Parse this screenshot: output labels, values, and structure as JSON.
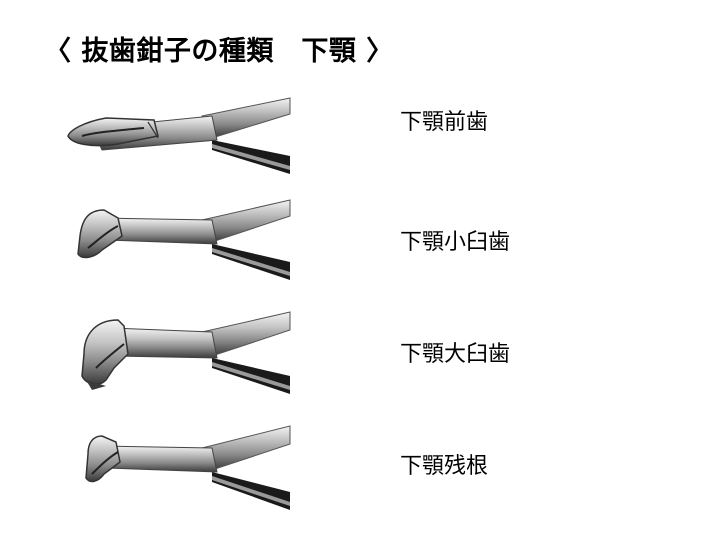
{
  "slide": {
    "title": "〈 抜歯鉗子の種類　下顎 〉",
    "items": [
      {
        "label": "下顎前歯",
        "image": "lower-anterior-forceps"
      },
      {
        "label": "下顎小臼歯",
        "image": "lower-premolar-forceps"
      },
      {
        "label": "下顎大臼歯",
        "image": "lower-molar-forceps"
      },
      {
        "label": "下顎残根",
        "image": "lower-root-forceps"
      }
    ]
  }
}
